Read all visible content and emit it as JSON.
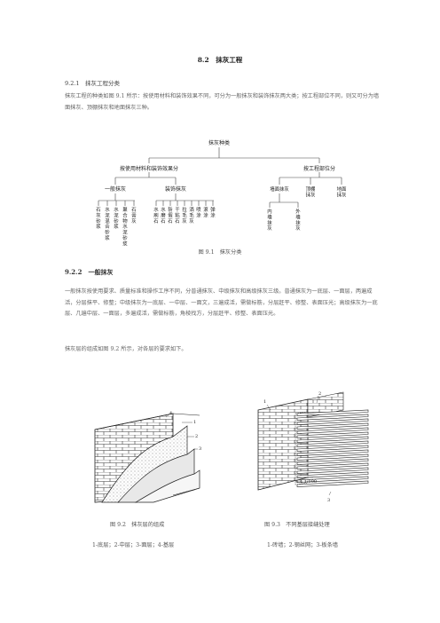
{
  "section_title": "8.2　抹灰工程",
  "sub1_title": "9.2.1　抹灰工程分类",
  "para1": "抹灰工程的种类如图 9.1 所示：按使用材料和装饰效果不同，可分为一般抹灰和装饰抹灰两大类；按工程部位不同，则又可分为墙面抹灰、顶棚抹灰和地面抹灰三种。",
  "tree": {
    "root": "抹灰种类",
    "branch_left": "按使用材料和装饰效果分",
    "branch_right": "按工程部位分",
    "general": "一般抹灰",
    "decorative": "装饰抹灰",
    "wall": "墙面抹灰",
    "ceiling": "顶棚抹灰",
    "floor": "地面抹灰",
    "general_items": [
      "石灰砂浆",
      "水泥混合砂浆",
      "水泥砂浆",
      "聚合物水泥砂浆",
      "石膏灰"
    ],
    "decorative_items": [
      "水刷石",
      "水磨石",
      "斩假石",
      "干粘石",
      "拉毛灰",
      "洒毛灰",
      "喷涂",
      "滚涂",
      "弹涂"
    ],
    "wall_items": [
      "内墙抹灰",
      "外墙抹灰"
    ]
  },
  "fig1_caption": "图 9.1　抹灰分类",
  "sub2_title": "9.2.2　一般抹灰",
  "para2": "一般抹灰按使用要求、质量标准和操作工序不同，分普通抹灰、中级抹灰和高级抹灰三级。普通抹灰为一底层、一面层，两遍成活，分层抹平、修整；中级抹灰为一底层、一中层、一面文，三遍成活，需做标筋，分层赶平、修整、表面压光；高级抹灰为一底层、几遍中层、一面层，多遍成活，需做标筋，角棱找方，分层赶平、修整、表面压光。",
  "para3": "抹灰层的组成如图 9.2 所示，对各层的要求如下。",
  "fig2": {
    "caption": "图 9.2　抹灰层的组成",
    "legend": "1-底层；2-中层；3-面层；4-基层",
    "callouts": [
      "4",
      "1",
      "2",
      "3"
    ]
  },
  "fig3": {
    "caption": "图 9.3　不同基层接缝处理",
    "legend": "1-砖墙；2-钢丝网；3-板条墙",
    "callouts": [
      "1",
      "2",
      "3"
    ],
    "section_label": "4-4  1:100"
  }
}
